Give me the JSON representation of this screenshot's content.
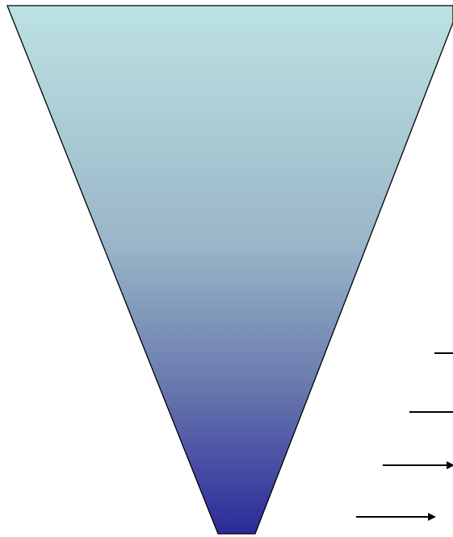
{
  "diagram": {
    "shape": "inverted-triangle-funnel",
    "gradient": {
      "top_color": "#bce2e2",
      "mid_color": "#9ab6c8",
      "lower_color": "#6d7eb0",
      "bottom_color": "#2b2a99"
    },
    "outline_color": "#000000",
    "arrows": [
      {
        "name": "arrow-1",
        "style": "line"
      },
      {
        "name": "arrow-2",
        "style": "line"
      },
      {
        "name": "arrow-3",
        "style": "arrow"
      },
      {
        "name": "arrow-4",
        "style": "arrow"
      }
    ]
  }
}
